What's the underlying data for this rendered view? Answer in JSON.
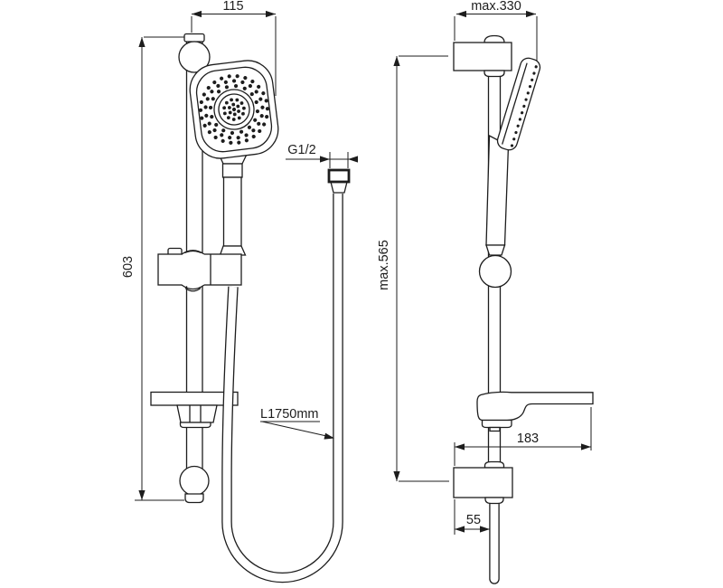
{
  "drawing": {
    "background": "#ffffff",
    "line_color": "#1d1d1d",
    "front_view": {
      "dim_head_width": "115",
      "dim_rail_length": "603",
      "label_fitting": "G1/2",
      "label_hose_length": "L1750mm"
    },
    "side_view": {
      "dim_max_reach": "max.330",
      "dim_max_height": "max.565",
      "dim_shelf_depth": "183",
      "dim_wall_offset": "55"
    }
  }
}
